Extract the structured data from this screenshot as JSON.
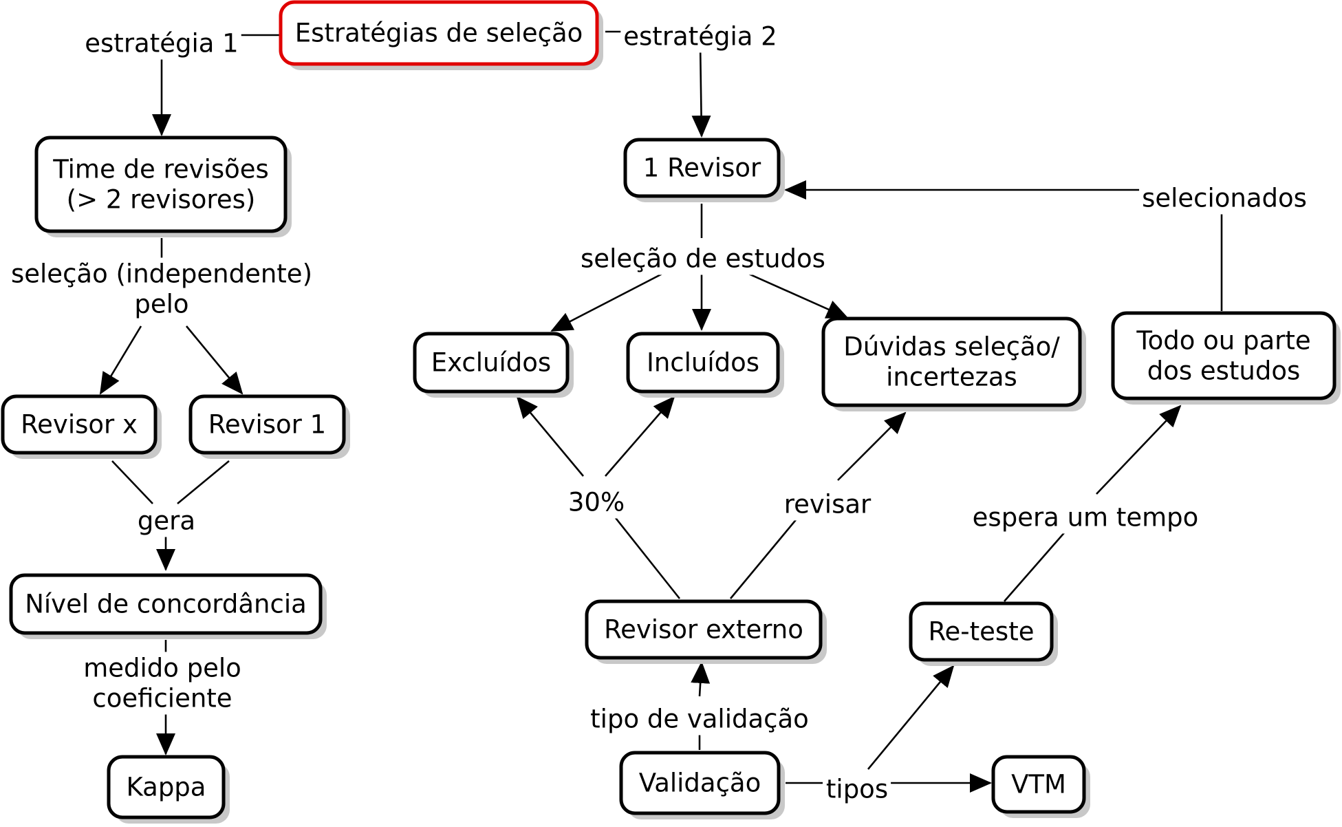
{
  "colors": {
    "root_border": "#e00000",
    "node_border": "#000000",
    "shadow": "#c8c8c8",
    "text": "#000000"
  },
  "nodes": {
    "root": [
      "Estratégias de seleção"
    ],
    "time_revisoes": [
      "Time de revisões",
      "(> 2 revisores)"
    ],
    "revisor_x": [
      "Revisor x"
    ],
    "revisor_1": [
      "Revisor 1"
    ],
    "nivel_concordancia": [
      "Nível de concordância"
    ],
    "kappa": [
      "Kappa"
    ],
    "um_revisor": [
      "1 Revisor"
    ],
    "excluidos": [
      "Excluídos"
    ],
    "incluidos": [
      "Incluídos"
    ],
    "duvidas": [
      "Dúvidas seleção/",
      "incertezas"
    ],
    "todo_parte": [
      "Todo ou parte",
      "dos estudos"
    ],
    "revisor_externo": [
      "Revisor externo"
    ],
    "reteste": [
      "Re-teste"
    ],
    "validacao": [
      "Validação"
    ],
    "vtm": [
      "VTM"
    ]
  },
  "links": {
    "estrategia_1": [
      "estratégia 1"
    ],
    "estrategia_2": [
      "estratégia 2"
    ],
    "selecao_independente": [
      "seleção (independente)",
      "pelo"
    ],
    "gera": [
      "gera"
    ],
    "medido_pelo": [
      "medido pelo",
      "coeficiente"
    ],
    "selecao_estudos": [
      "seleção de estudos"
    ],
    "selecionados": [
      "selecionados"
    ],
    "trinta_pct": [
      "30%"
    ],
    "revisar": [
      "revisar"
    ],
    "espera_tempo": [
      "espera um tempo"
    ],
    "tipo_validacao": [
      "tipo de validação"
    ],
    "tipos": [
      "tipos"
    ]
  }
}
